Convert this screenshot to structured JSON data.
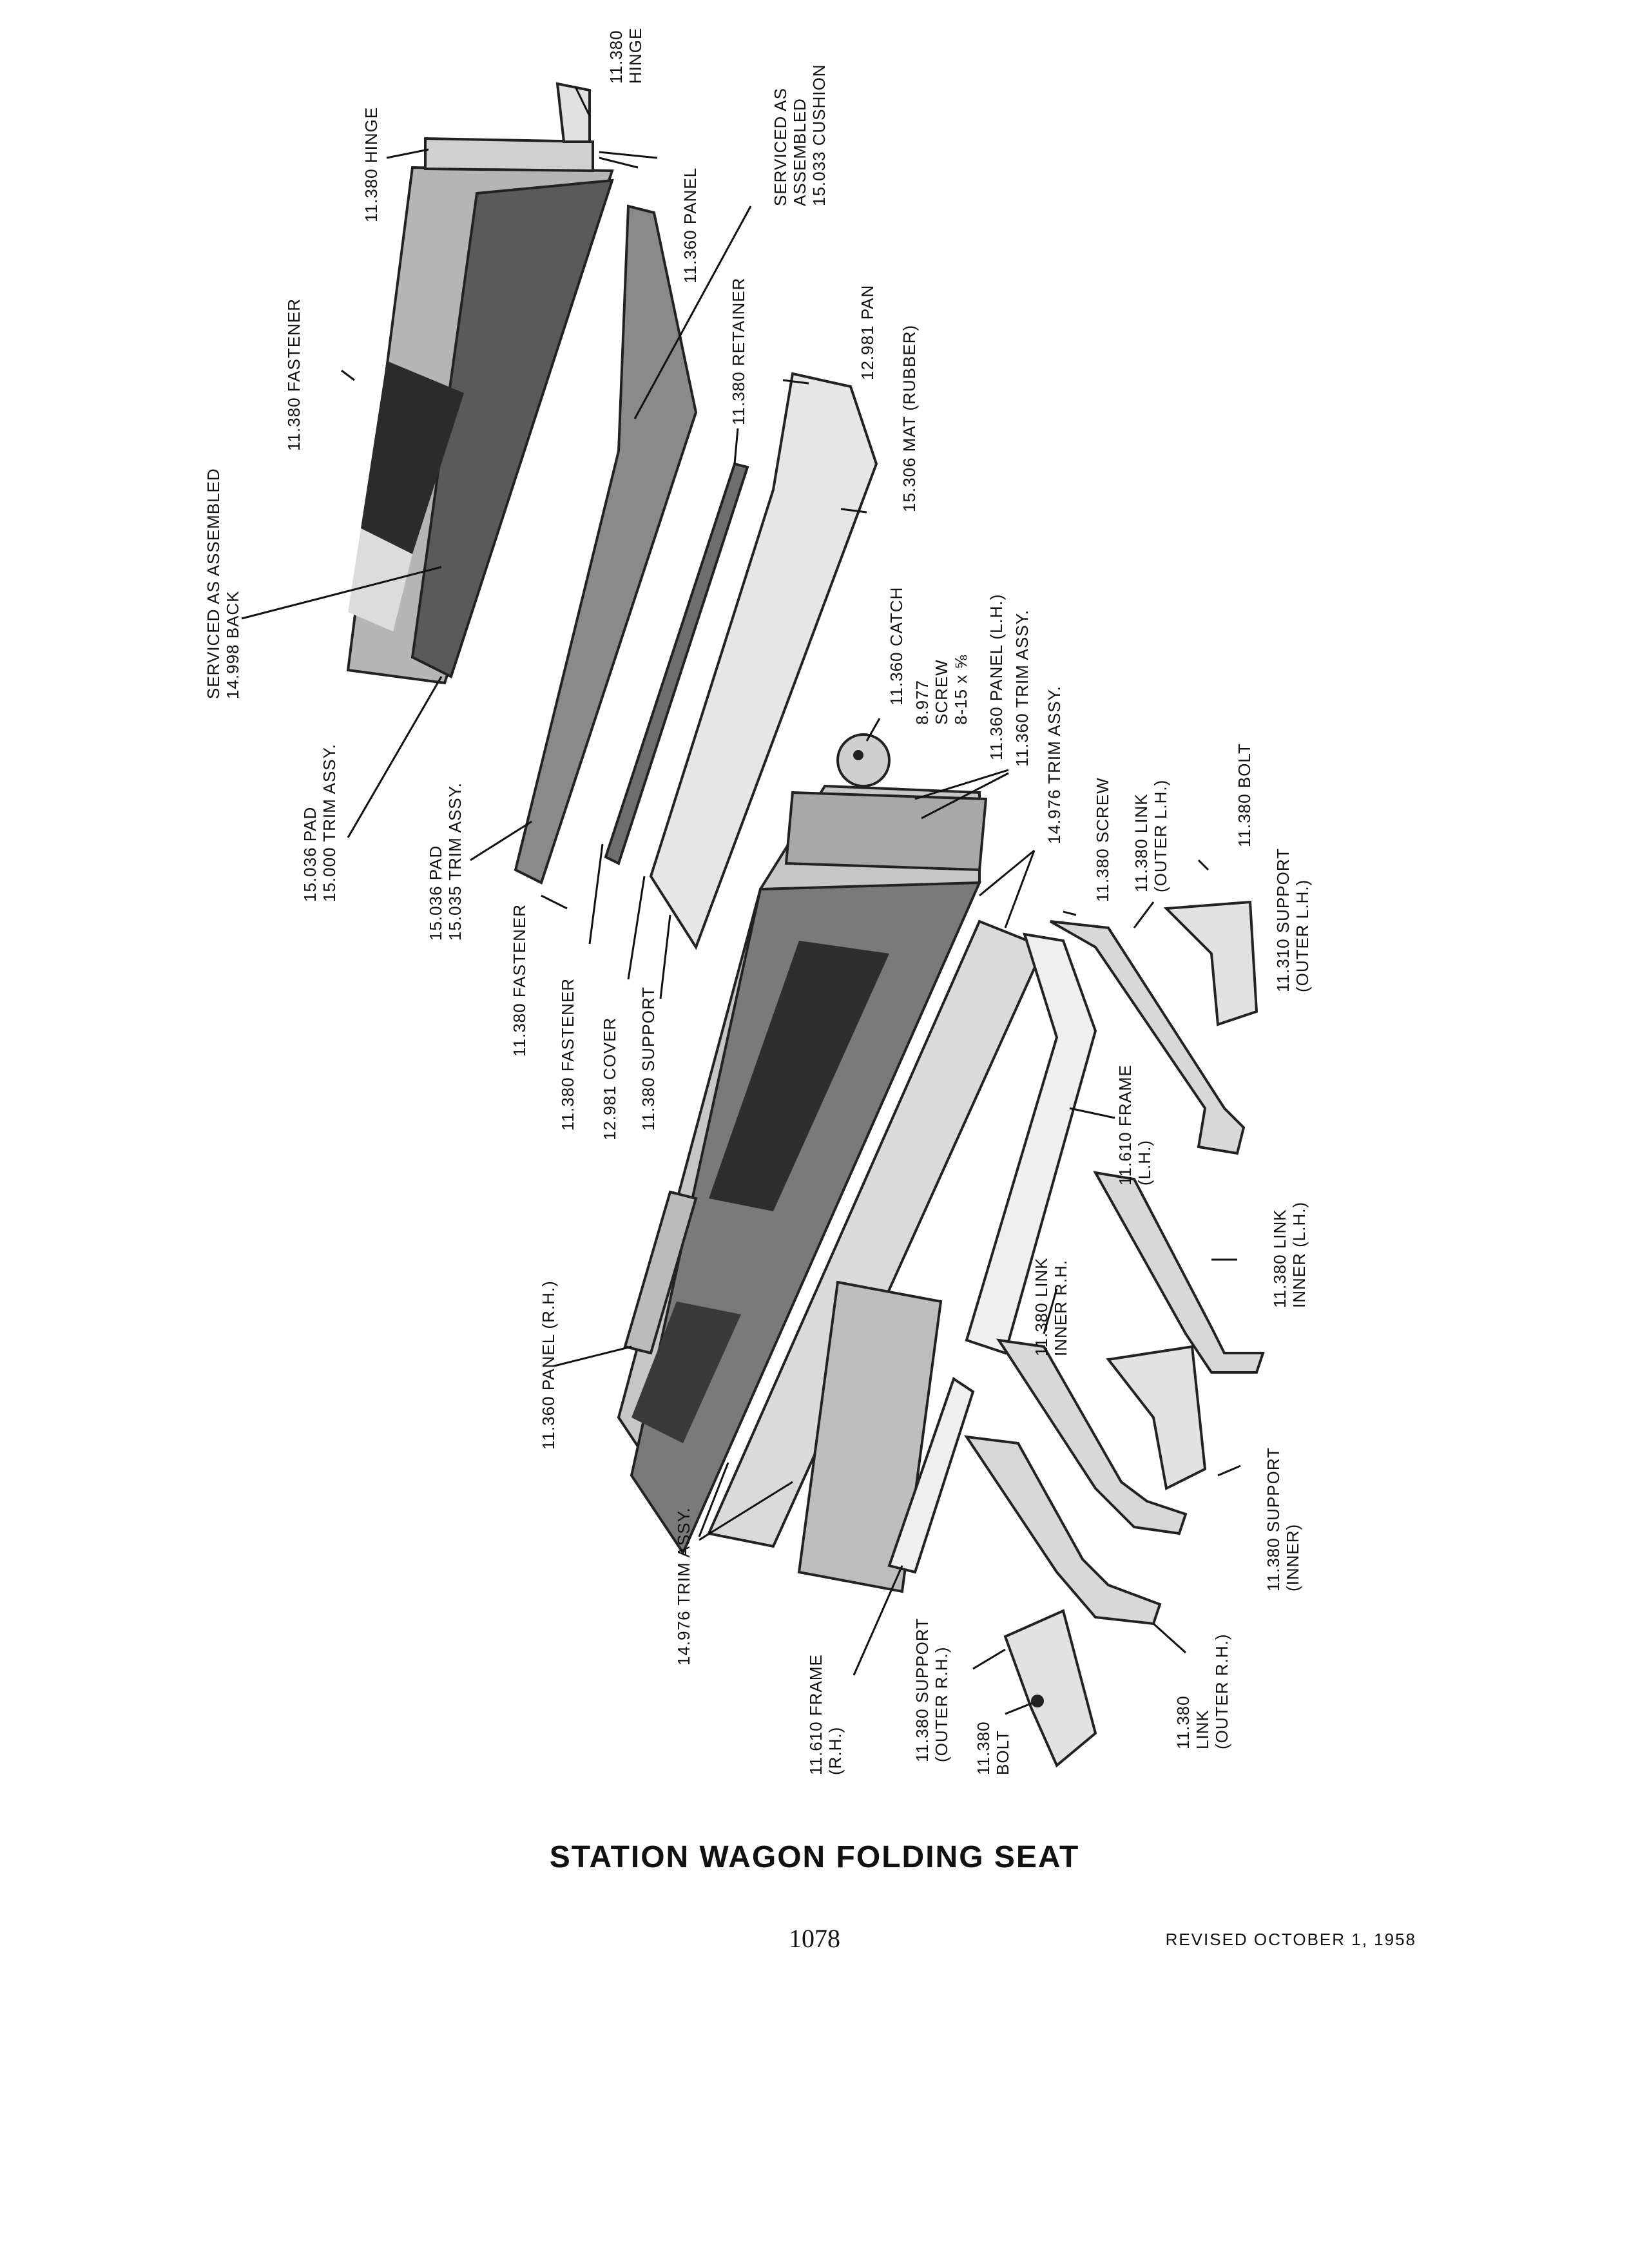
{
  "caption": "STATION WAGON FOLDING SEAT",
  "page_number": "1078",
  "revised": "REVISED OCTOBER 1, 1958",
  "labels": {
    "hinge_top": [
      "11.380",
      "HINGE"
    ],
    "hinge_left": [
      "11.380 HINGE"
    ],
    "panel_top": [
      "11.360 PANEL"
    ],
    "cushion": [
      "SERVICED AS",
      "ASSEMBLED",
      "15.033 CUSHION"
    ],
    "fastener_top": [
      "11.380 FASTENER"
    ],
    "retainer": [
      "11.380 RETAINER"
    ],
    "pan": [
      "12.981 PAN"
    ],
    "mat": [
      "15.306 MAT (RUBBER)"
    ],
    "back": [
      "SERVICED AS ASSEMBLED",
      "14.998 BACK"
    ],
    "pad_trim_1": [
      "15.036 PAD",
      "15.000 TRIM ASSY."
    ],
    "pad_trim_2": [
      "15.036 PAD",
      "15.035 TRIM ASSY."
    ],
    "fastener_a": [
      "11.380 FASTENER"
    ],
    "fastener_b": [
      "11.380 FASTENER"
    ],
    "cover": [
      "12.981 COVER"
    ],
    "support_left": [
      "11.380 SUPPORT"
    ],
    "catch": [
      "11.360 CATCH"
    ],
    "screw_small": [
      "8.977",
      "SCREW",
      "8-15 x ⅝"
    ],
    "panel_lh": [
      "11.360 PANEL (L.H.)"
    ],
    "trim_top": [
      "11.360 TRIM  ASSY."
    ],
    "trim_976": [
      "14.976 TRIM  ASSY."
    ],
    "screw": [
      "11.380 SCREW"
    ],
    "link_outer_lh": [
      "11.380 LINK",
      "(OUTER L.H.)"
    ],
    "bolt_top": [
      "11.380 BOLT"
    ],
    "support_outer_lh": [
      "11.310 SUPPORT",
      "(OUTER L.H.)"
    ],
    "frame_lh": [
      "11.610 FRAME",
      "(L.H.)"
    ],
    "link_inner_rh": [
      "11.380 LINK",
      "INNER R.H."
    ],
    "link_inner_lh": [
      "11.380 LINK",
      "INNER (L.H.)"
    ],
    "panel_rh": [
      "11.360 PANEL (R.H.)"
    ],
    "support_inner": [
      "11.380 SUPPORT",
      "(INNER)"
    ],
    "trim_976_b": [
      "14.976 TRIM ASSY."
    ],
    "frame_rh": [
      "11.610 FRAME",
      "(R.H.)"
    ],
    "support_outer_rh": [
      "11.380 SUPPORT",
      "(OUTER R.H.)"
    ],
    "link_outer_rh": [
      "11.380",
      "LINK",
      "(OUTER R.H.)"
    ],
    "bolt_bottom": [
      "11.380",
      "BOLT"
    ]
  }
}
